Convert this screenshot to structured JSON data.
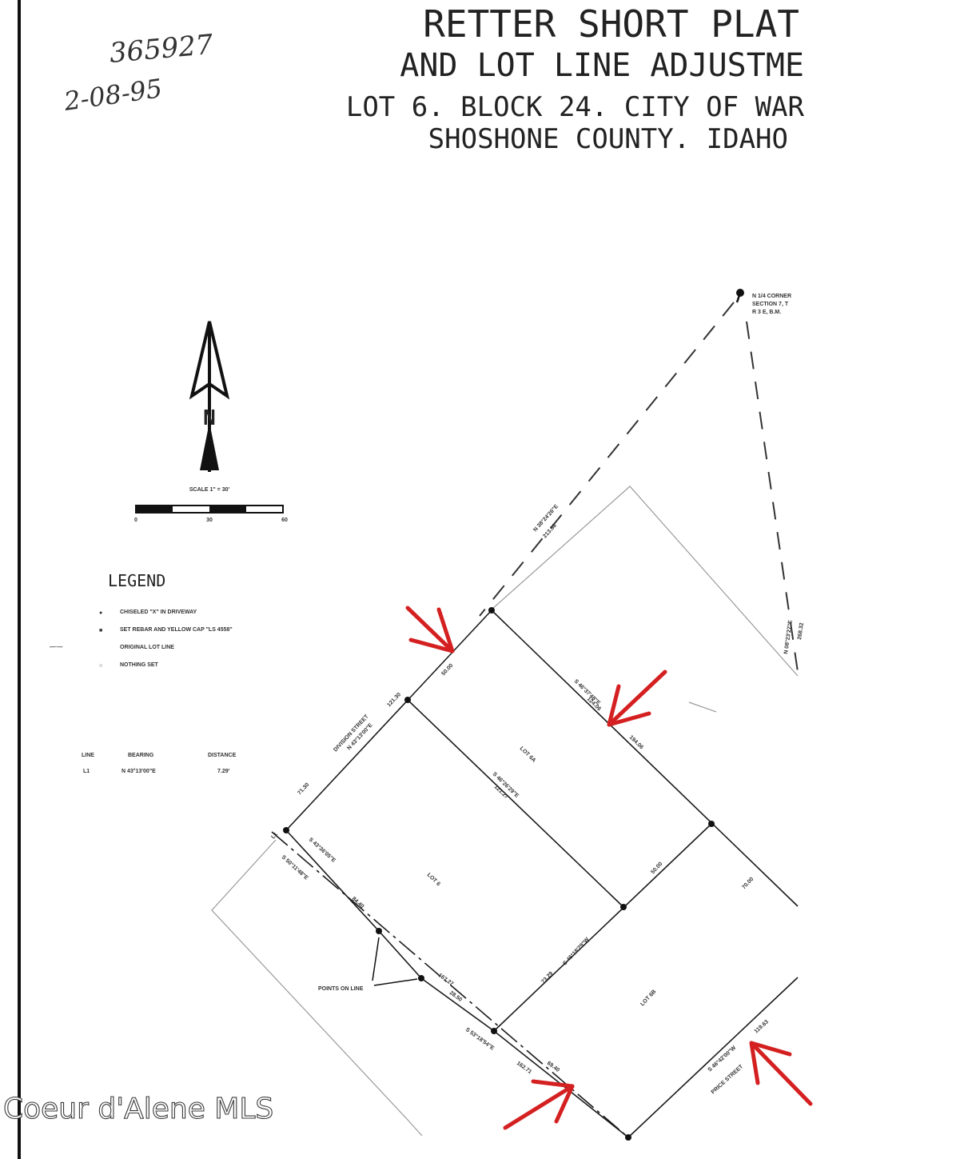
{
  "handwritten": {
    "number": "365927",
    "date": "2-08-95"
  },
  "title": {
    "line1": "RETTER SHORT PLAT",
    "line2": "AND LOT LINE ADJUSTME",
    "line3": "LOT 6. BLOCK 24. CITY OF WAR",
    "line4": "SHOSHONE COUNTY. IDAHO"
  },
  "north_arrow": {
    "letter": "N"
  },
  "scale": {
    "label": "SCALE 1\" = 30'",
    "ticks": [
      "0",
      "30",
      "60"
    ]
  },
  "legend": {
    "title": "LEGEND",
    "items": [
      {
        "symbol": "●",
        "text": "CHISELED \"X\" IN DRIVEWAY"
      },
      {
        "symbol": "■",
        "text": "SET REBAR AND YELLOW CAP \"LS 4558\""
      },
      {
        "symbol": "—·—",
        "text": "ORIGINAL LOT LINE"
      },
      {
        "symbol": "○",
        "text": "NOTHING SET"
      }
    ]
  },
  "line_table": {
    "headers": [
      "LINE",
      "BEARING",
      "DISTANCE"
    ],
    "rows": [
      [
        "L1",
        "N 43°13'00\"E",
        "7.29'"
      ]
    ]
  },
  "corner": {
    "line1": "N 1/4 CORNER",
    "line2": "SECTION 7, T",
    "line3": "R 3 E, B.M."
  },
  "lots": {
    "lot_a": "LOT 6A",
    "lot_6": "LOT 6",
    "lot_b": "LOT 6B"
  },
  "labels": {
    "tie_ne": "N 38°24'26\"E",
    "tie_ne_dist": "213.88",
    "tie_east": "N 08°23'27\"E",
    "tie_east_dist": "268.32",
    "div_upper": "50.00",
    "div_mid": "121.30",
    "div_street": "DIVISION STREET",
    "div_bearing": "N 43°13'00\"E",
    "div_lower": "71.30",
    "ne_bearing": "S 46°37'48\"E",
    "ne_d1": "124.06",
    "ne_d2": "194.06",
    "lot_line_bearing": "S 46°26'29\"E",
    "lot_line_dist": "121.27",
    "mid_5000": "50.00",
    "right_7000": "70.00",
    "lower_bearing": "S 46°18'29\"W",
    "lower_dist": "73.29",
    "sw1_bearing": "S 43°36'05\"E",
    "sw2_bearing": "S 50°11'48\"E",
    "sw_d1": "84.40",
    "sw_d2": "167.27",
    "sw_d3": "28.50",
    "sw3_bearing": "S 53°18'54\"E",
    "sw_d4": "162.71",
    "sw_d5": "69.40",
    "price_bearing": "S 46°42'00\"W",
    "price_dist": "119.63",
    "price_street": "PRICE STREET",
    "points_on_line": "POINTS ON LINE",
    "l1": "L1"
  },
  "watermark": "Coeur d'Alene MLS",
  "colors": {
    "ink": "#1a1a1a",
    "annotation_arrows": "#d42020",
    "paper": "#ffffff"
  }
}
